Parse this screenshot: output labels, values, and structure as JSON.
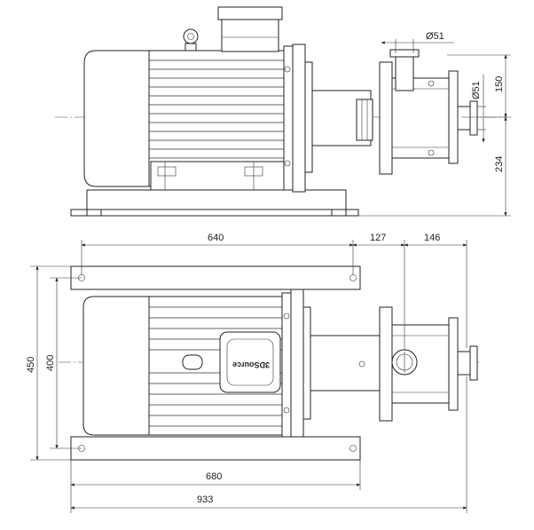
{
  "dimensions": {
    "d_top_outlet": "Ø51",
    "d_side_inlet": "Ø51",
    "h_150": "150",
    "h_234": "234",
    "w_640": "640",
    "w_127": "127",
    "w_146": "146",
    "h_450": "450",
    "h_400": "400",
    "w_680": "680",
    "w_933": "933"
  },
  "logo": {
    "text": "3DSource"
  }
}
